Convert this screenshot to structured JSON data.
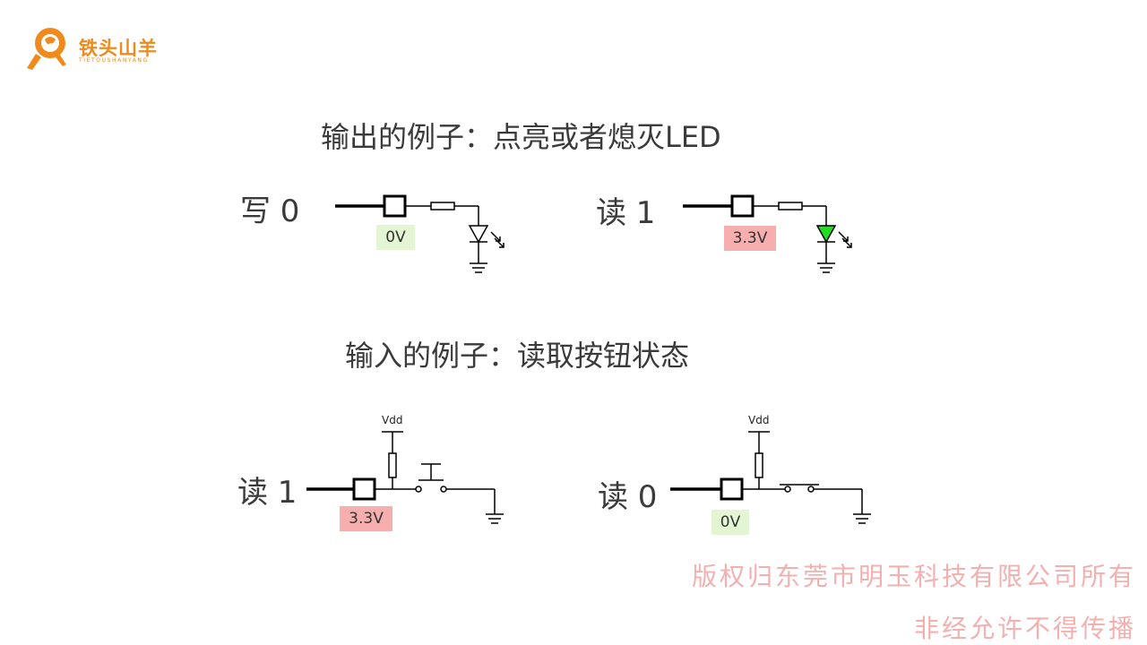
{
  "logo": {
    "name": "铁头山羊",
    "subtitle": "TIETOUSHANYANG"
  },
  "sections": {
    "output_title": "输出的例子：点亮或者熄灭LED",
    "input_title": "输入的例子：读取按钮状态"
  },
  "examples": {
    "write0": {
      "label": "写 0",
      "voltage": "0V",
      "led_lit": false
    },
    "read1_led": {
      "label": "读 1",
      "voltage": "3.3V",
      "led_lit": true
    },
    "read1_button": {
      "label": "读 1",
      "voltage": "3.3V",
      "vdd": "Vdd",
      "button_pressed": false
    },
    "read0_button": {
      "label": "读 0",
      "voltage": "0V",
      "vdd": "Vdd",
      "button_pressed": true
    }
  },
  "colors": {
    "brand": "#f08a1c",
    "led_on": "#22dd22",
    "low_badge": "#e3f5d2",
    "high_badge": "#f6aeae",
    "watermark": "#f3b0b0"
  },
  "watermark": {
    "line1": "版权归东莞市明玉科技有限公司所有",
    "line2": "非经允许不得传播"
  }
}
